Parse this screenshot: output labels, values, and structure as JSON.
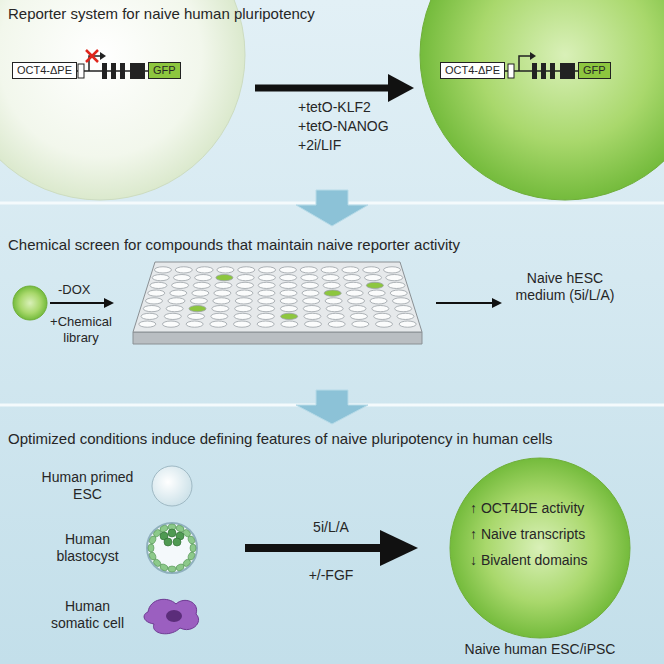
{
  "diagram": {
    "nodes": [
      {
        "text": [
          "Reporter system for naive human pluripotency"
        ]
      },
      {
        "text": [
          "OCT4-ΔPE"
        ],
        "in": 0
      },
      {
        "text": [
          "GFP"
        ],
        "in": 0
      },
      {
        "text": [
          "OCT4-ΔPE"
        ],
        "in": 0
      },
      {
        "text": [
          "GFP"
        ],
        "in": 0
      },
      {
        "text": [
          "Chemical screen for compounds that maintain naive reporter activity"
        ]
      },
      {
        "text": [
          "Optimized conditions induce defining features of naive pluripotency in human cells"
        ]
      },
      {
        "text": [
          "Human primed ESC"
        ],
        "in": 6
      },
      {
        "text": [
          "Human blastocyst"
        ],
        "in": 6
      },
      {
        "text": [
          "Human somatic cell"
        ],
        "in": 6
      },
      {
        "text": [
          "↑ OCT4DE activity",
          "↑ Naive transcripts",
          "↓ Bivalent domains",
          "Naive human ESC/iPSC"
        ],
        "in": 6
      }
    ],
    "labels": [
      "+tetO-KLF2",
      "+tetO-NANOG",
      "+2i/LIF",
      "-DOX",
      "+Chemical library",
      "Naive hESC medium (5i/L/A)",
      "5i/L/A",
      "+/-FGF"
    ]
  }
}
